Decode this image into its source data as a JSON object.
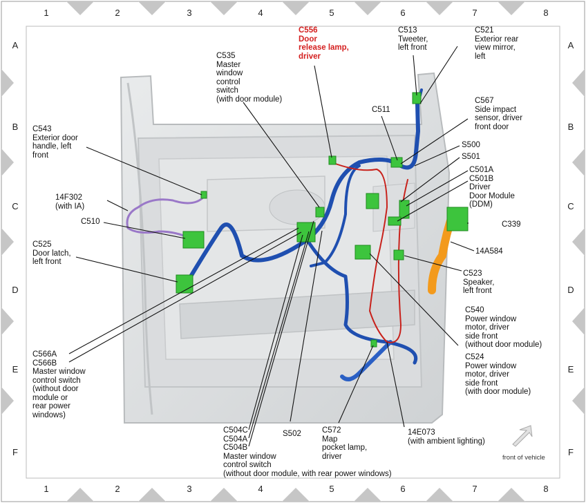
{
  "grid": {
    "columns": [
      "1",
      "2",
      "3",
      "4",
      "5",
      "6",
      "7",
      "8"
    ],
    "rows": [
      "A",
      "B",
      "C",
      "D",
      "E",
      "F"
    ]
  },
  "labels": {
    "c556": "C556\nDoor\nrelease lamp,\ndriver",
    "c513": "C513\nTweeter,\nleft front",
    "c521": "C521\nExterior rear\nview mirror,\nleft",
    "c535": "C535\nMaster\nwindow\ncontrol\nswitch\n(with door module)",
    "c543": "C543\nExterior door\nhandle, left\nfront",
    "c511": "C511",
    "c567": "C567\nSide impact\nsensor, driver\nfront door",
    "s500": "S500",
    "s501": "S501",
    "c501": "C501A\nC501B\nDriver\nDoor Module\n(DDM)",
    "f14f302": "14F302\n(with IA)",
    "c510": "C510",
    "c339": "C339",
    "c525": "C525\nDoor latch,\nleft front",
    "f14a584": "14A584",
    "c523": "C523\nSpeaker,\nleft front",
    "c540": "C540\nPower window\nmotor, driver\nside front\n(without door module)",
    "c524": "C524\nPower window\nmotor, driver\nside front\n(with door module)",
    "c566": "C566A\nC566B\nMaster window\ncontrol switch\n(without door\nmodule or\nrear power\nwindows)",
    "c504": "C504C\nC504A\nC504B\nMaster window\ncontrol switch\n(without door module, with rear power windows)",
    "s502": "S502",
    "c572": "C572\nMap\npocket lamp,\ndriver",
    "f14e073": "14E073\n(with ambient lighting)",
    "front": "front of vehicle"
  },
  "colors": {
    "harness_blue": "#1f4fb0",
    "harness_red": "#c8221c",
    "harness_purple": "#9a78c8",
    "harness_orange": "#f39a1c",
    "connector_green": "#3dc43d",
    "callout_red": "#d41f1f"
  }
}
